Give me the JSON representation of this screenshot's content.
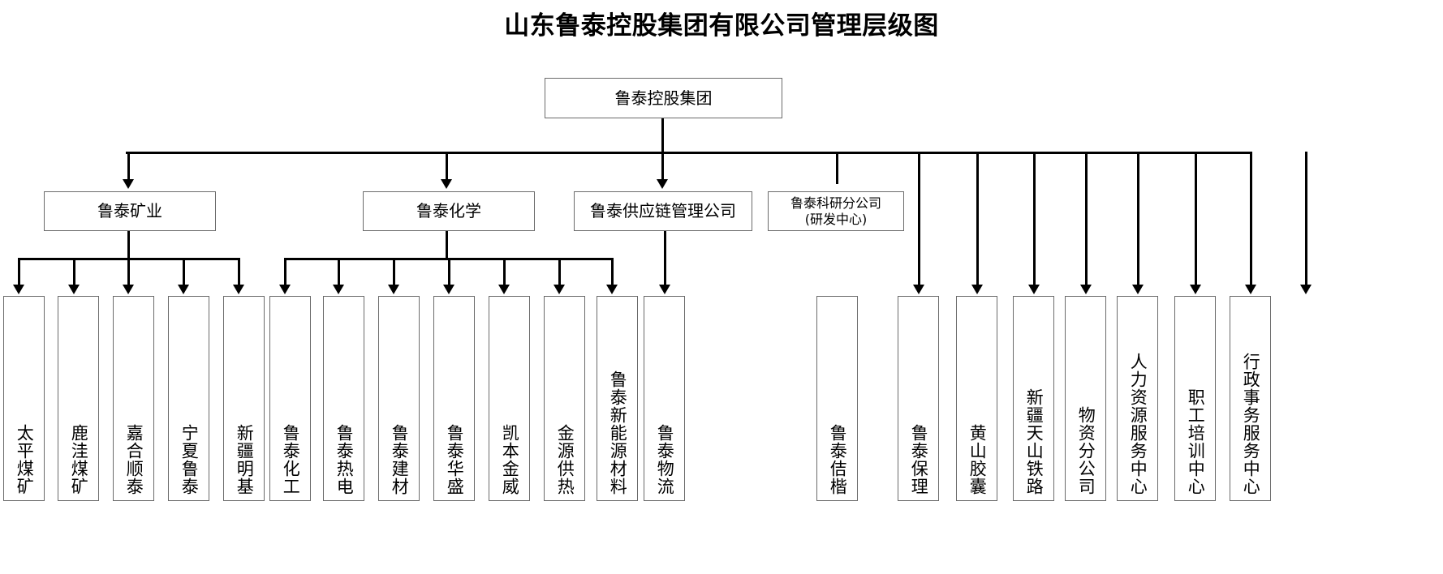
{
  "title": "山东鲁泰控股集团有限公司管理层级图",
  "root": {
    "label": "鲁泰控股集团"
  },
  "level2": [
    {
      "id": "mining",
      "label": "鲁泰矿业"
    },
    {
      "id": "chemical",
      "label": "鲁泰化学"
    },
    {
      "id": "supply",
      "label": "鲁泰供应链管理公司"
    },
    {
      "id": "research",
      "label": "鲁泰科研分公司\n(研发中心)",
      "line1": "鲁泰科研分公司",
      "line2": "(研发中心)"
    }
  ],
  "mining_children": [
    {
      "label": "太平煤矿"
    },
    {
      "label": "鹿洼煤矿"
    },
    {
      "label": "嘉合顺泰"
    },
    {
      "label": "宁夏鲁泰"
    },
    {
      "label": "新疆明基"
    }
  ],
  "chemical_children": [
    {
      "label": "鲁泰化工"
    },
    {
      "label": "鲁泰热电"
    },
    {
      "label": "鲁泰建材"
    },
    {
      "label": "鲁泰华盛"
    },
    {
      "label": "凯本金威"
    },
    {
      "label": "金源供热"
    },
    {
      "label": "鲁泰新能源材料"
    }
  ],
  "supply_children": [
    {
      "label": "鲁泰物流"
    }
  ],
  "direct_children": [
    {
      "label": "鲁泰佶楷"
    },
    {
      "label": "鲁泰保理"
    },
    {
      "label": "黄山胶囊"
    },
    {
      "label": "新疆天山铁路"
    },
    {
      "label": "物资分公司"
    },
    {
      "label": "人力资源服务中心"
    },
    {
      "label": "职工培训中心"
    },
    {
      "label": "行政事务服务中心"
    }
  ],
  "colors": {
    "box_border": "#6b6b6b",
    "connector": "#000000",
    "background": "#ffffff",
    "text": "#000000"
  }
}
